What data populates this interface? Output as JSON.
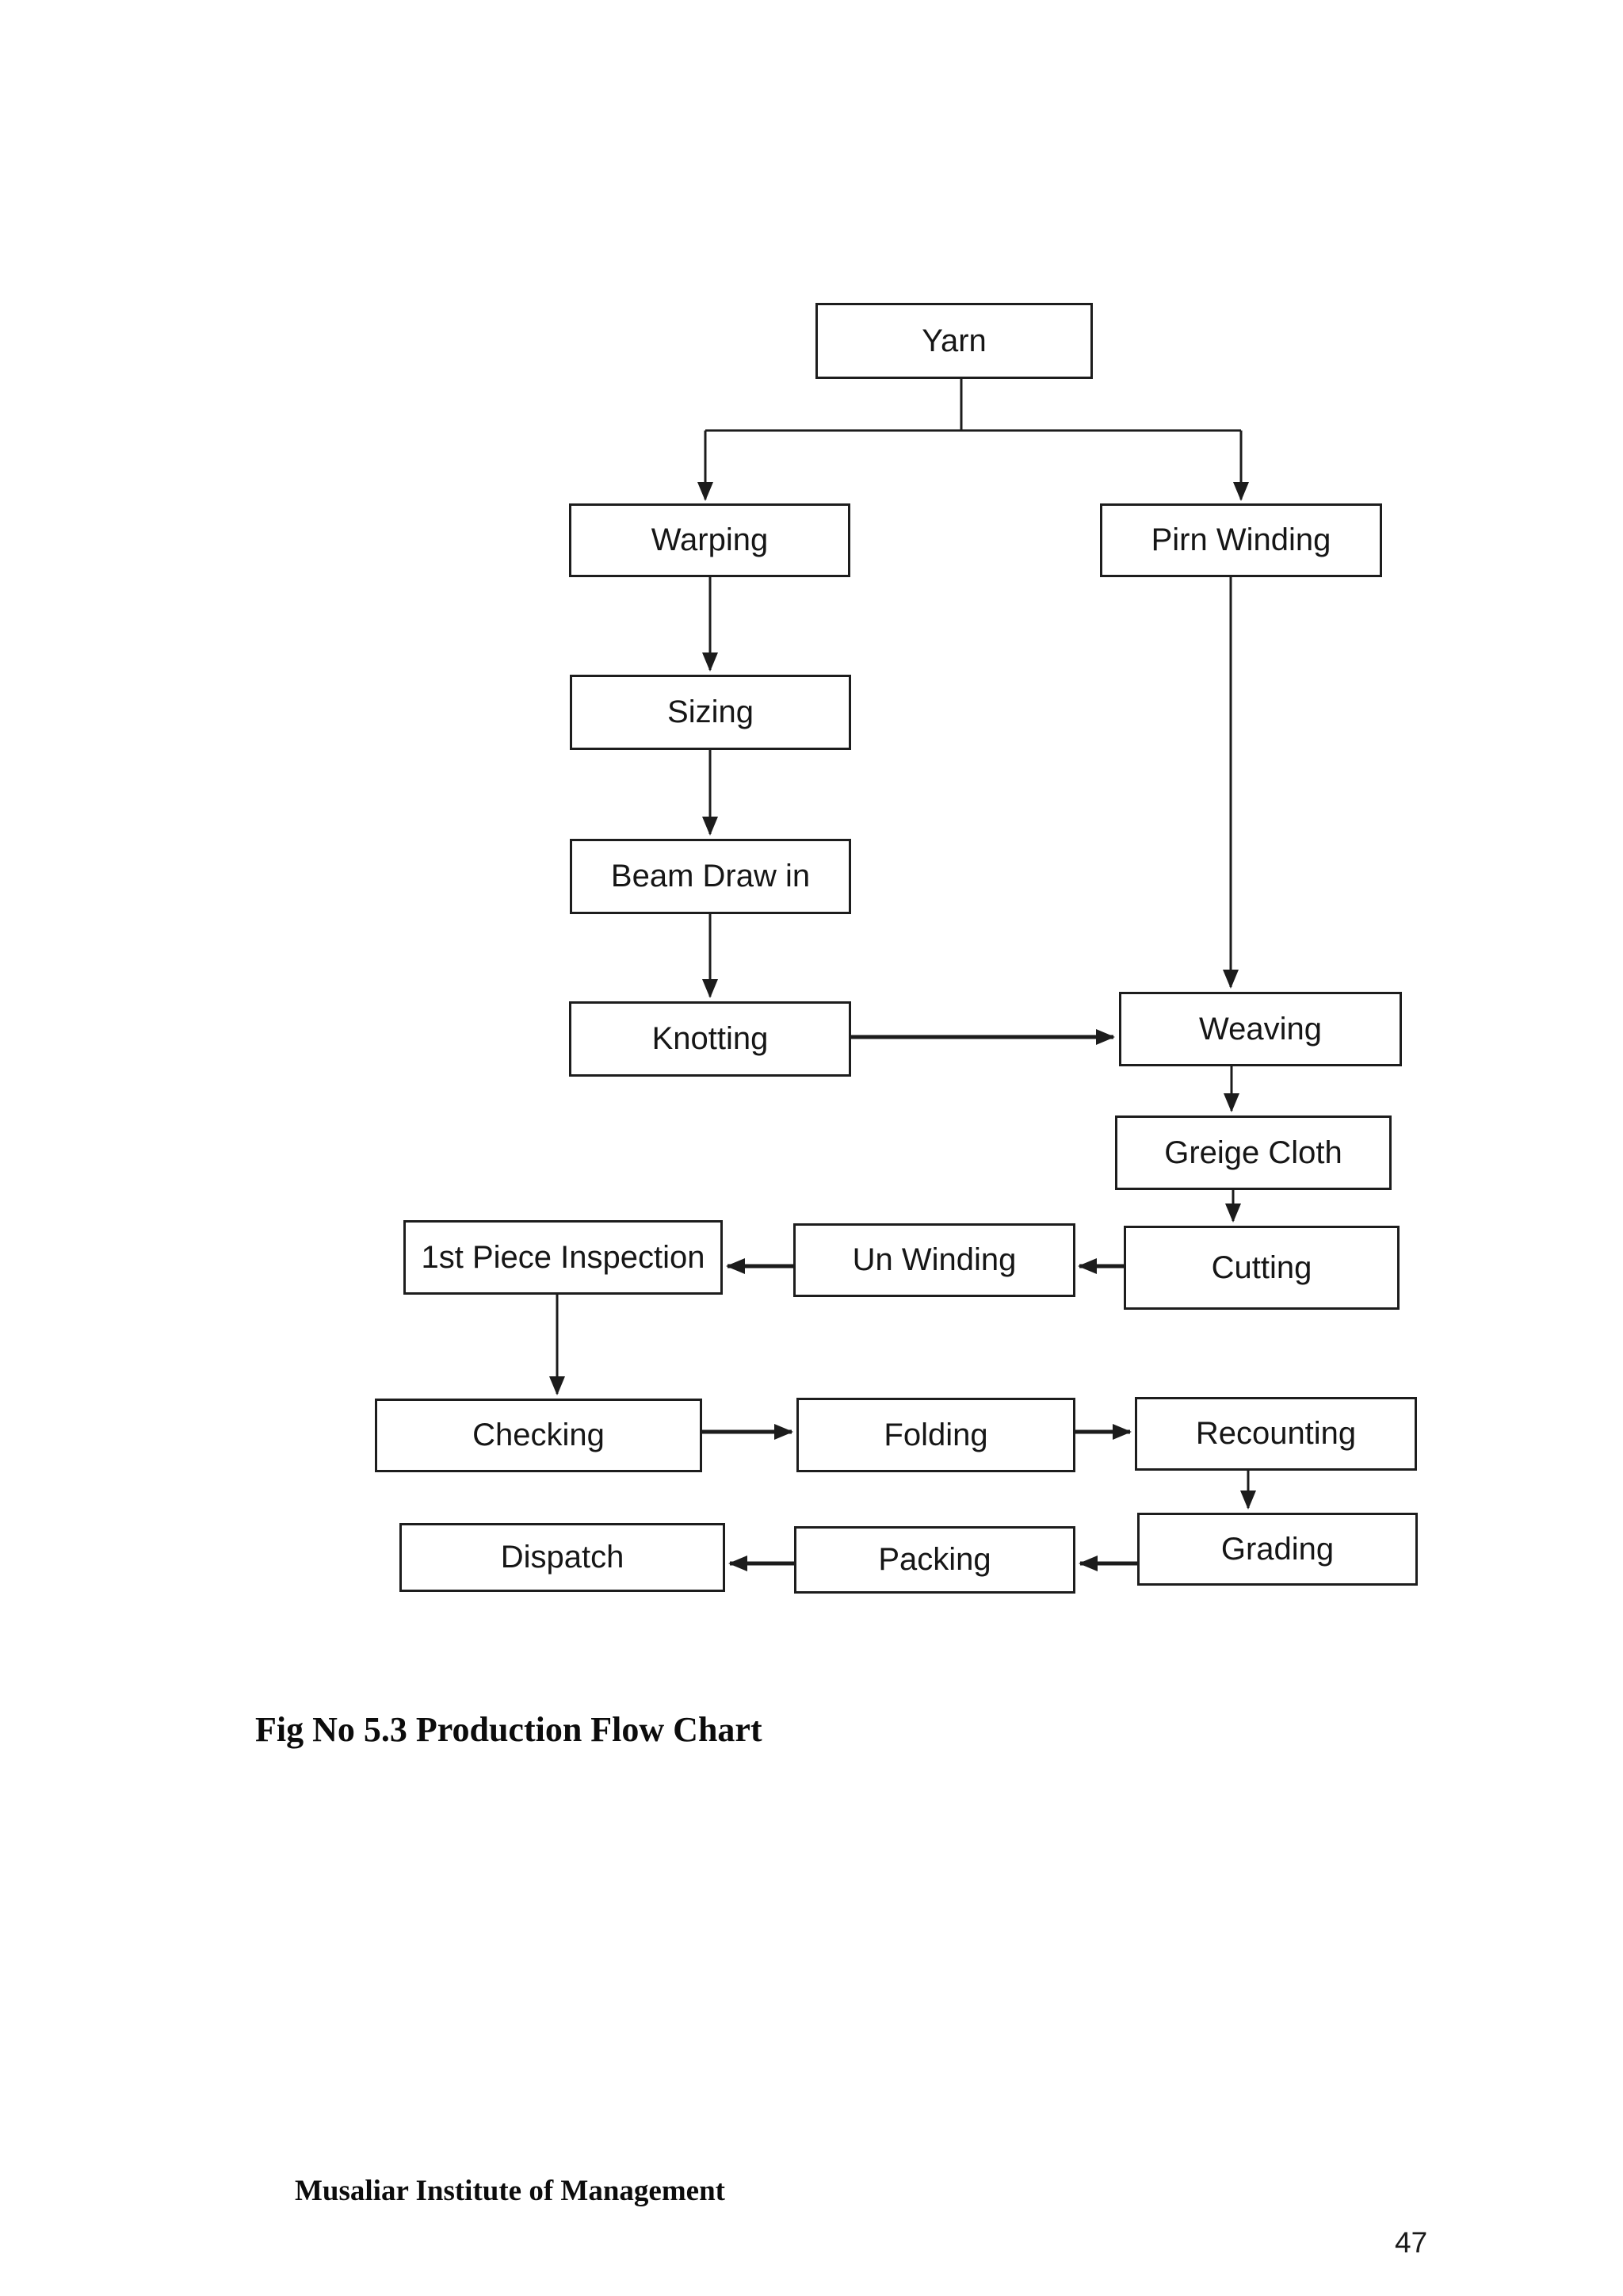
{
  "page": {
    "caption": "Fig No 5.3 Production Flow Chart",
    "footer": "Musaliar Institute of Management",
    "page_number": "47",
    "background_color": "#ffffff",
    "line_color": "#1c1c1c"
  },
  "diagram": {
    "title": "Production Flow Chart",
    "nodes": [
      {
        "id": "yarn",
        "label": "Yarn"
      },
      {
        "id": "warping",
        "label": "Warping"
      },
      {
        "id": "pirn-winding",
        "label": "Pirn Winding"
      },
      {
        "id": "sizing",
        "label": "Sizing"
      },
      {
        "id": "beam-draw-in",
        "label": "Beam Draw in"
      },
      {
        "id": "knotting",
        "label": "Knotting"
      },
      {
        "id": "weaving",
        "label": "Weaving"
      },
      {
        "id": "greige-cloth",
        "label": "Greige Cloth"
      },
      {
        "id": "cutting",
        "label": "Cutting"
      },
      {
        "id": "un-winding",
        "label": "Un Winding"
      },
      {
        "id": "first-piece-inspection",
        "label": "1st Piece Inspection"
      },
      {
        "id": "checking",
        "label": "Checking"
      },
      {
        "id": "folding",
        "label": "Folding"
      },
      {
        "id": "recounting",
        "label": "Recounting"
      },
      {
        "id": "grading",
        "label": "Grading"
      },
      {
        "id": "packing",
        "label": "Packing"
      },
      {
        "id": "dispatch",
        "label": "Dispatch"
      }
    ],
    "edges": [
      {
        "from": "Yarn",
        "to": "Warping"
      },
      {
        "from": "Yarn",
        "to": "Pirn Winding"
      },
      {
        "from": "Warping",
        "to": "Sizing"
      },
      {
        "from": "Sizing",
        "to": "Beam Draw in"
      },
      {
        "from": "Beam Draw in",
        "to": "Knotting"
      },
      {
        "from": "Knotting",
        "to": "Weaving"
      },
      {
        "from": "Pirn Winding",
        "to": "Weaving"
      },
      {
        "from": "Weaving",
        "to": "Greige Cloth"
      },
      {
        "from": "Greige Cloth",
        "to": "Cutting"
      },
      {
        "from": "Cutting",
        "to": "Un Winding"
      },
      {
        "from": "Un Winding",
        "to": "1st Piece Inspection"
      },
      {
        "from": "1st Piece Inspection",
        "to": "Checking"
      },
      {
        "from": "Checking",
        "to": "Folding"
      },
      {
        "from": "Folding",
        "to": "Recounting"
      },
      {
        "from": "Recounting",
        "to": "Grading"
      },
      {
        "from": "Grading",
        "to": "Packing"
      },
      {
        "from": "Packing",
        "to": "Dispatch"
      }
    ]
  }
}
